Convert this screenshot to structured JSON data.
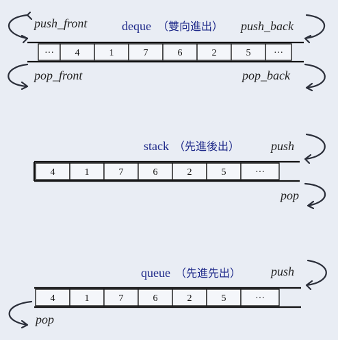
{
  "deque": {
    "title": "deque",
    "subtitle": "（雙向進出）",
    "push_front": "push_front",
    "push_back": "push_back",
    "pop_front": "pop_front",
    "pop_back": "pop_back",
    "cells": [
      "···",
      "4",
      "1",
      "7",
      "6",
      "2",
      "5",
      "···"
    ]
  },
  "stack": {
    "title": "stack",
    "subtitle": "（先進後出）",
    "push": "push",
    "pop": "pop",
    "cells": [
      "4",
      "1",
      "7",
      "6",
      "2",
      "5",
      "···"
    ]
  },
  "queue": {
    "title": "queue",
    "subtitle": "（先進先出）",
    "push": "push",
    "pop": "pop",
    "cells": [
      "4",
      "1",
      "7",
      "6",
      "2",
      "5",
      "···"
    ]
  }
}
